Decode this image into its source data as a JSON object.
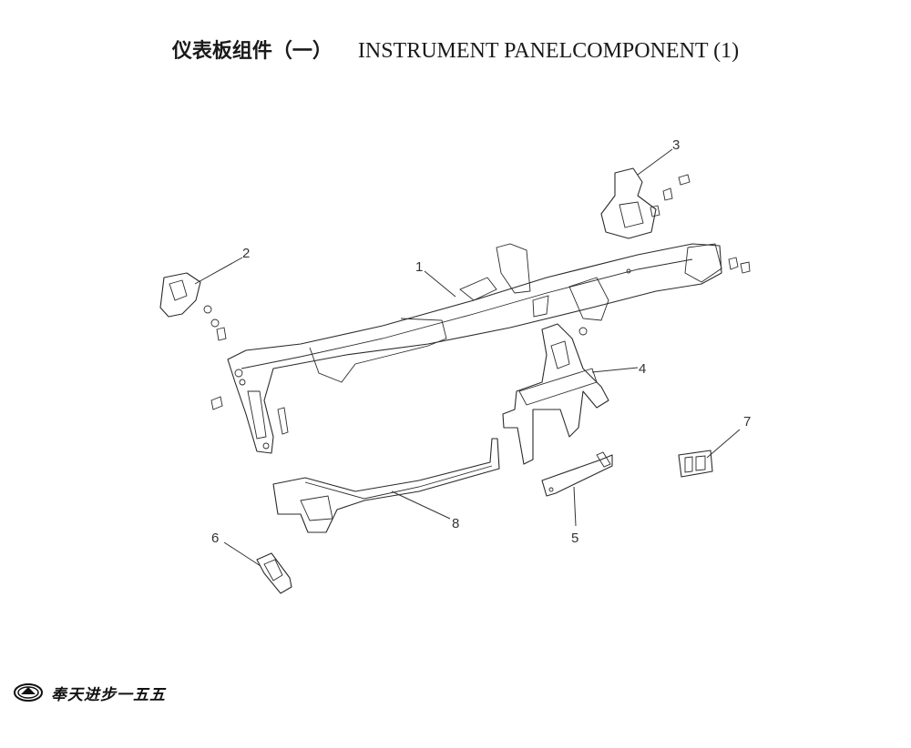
{
  "title": {
    "chinese": "仪表板组件（一）",
    "english": "INSTRUMENT PANELCOMPONENT (1)"
  },
  "callouts": [
    {
      "id": "1",
      "label": "1"
    },
    {
      "id": "2",
      "label": "2"
    },
    {
      "id": "3",
      "label": "3"
    },
    {
      "id": "4",
      "label": "4"
    },
    {
      "id": "5",
      "label": "5"
    },
    {
      "id": "6",
      "label": "6"
    },
    {
      "id": "7",
      "label": "7"
    },
    {
      "id": "8",
      "label": "8"
    }
  ],
  "footer": {
    "brand_text": "奉天进步一五五",
    "logo_icon": "brand-emblem-icon"
  },
  "colors": {
    "line": "#2b2b2b",
    "background": "#ffffff"
  }
}
